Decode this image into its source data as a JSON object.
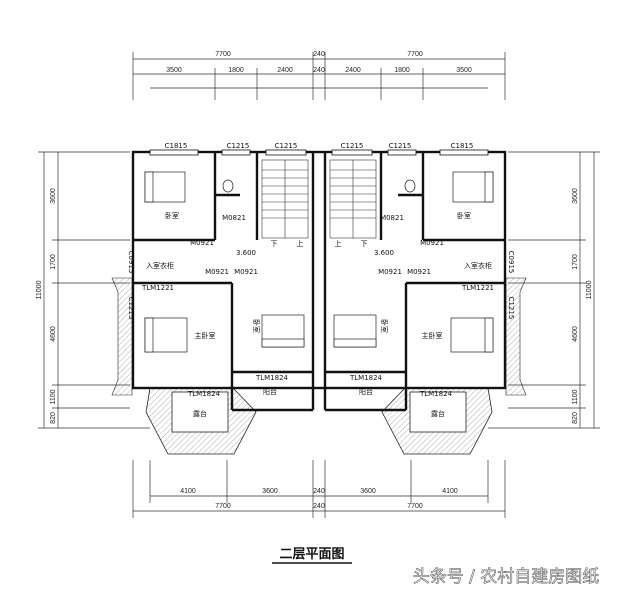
{
  "dimensions": {
    "top_total_left": "7700",
    "top_total_mid": "240",
    "top_total_right": "7700",
    "top_segments": [
      "3500",
      "1800",
      "2400",
      "240",
      "2400",
      "1800",
      "3500"
    ],
    "bottom_segments": [
      "4100",
      "3600",
      "240",
      "3600",
      "4100"
    ],
    "bottom_total_left": "7700",
    "bottom_total_mid": "240",
    "bottom_total_right": "7700",
    "left_total": "11000",
    "left_segments": [
      "3600",
      "1700",
      "4600",
      "1100",
      "820"
    ],
    "right_total": "11000",
    "right_segments": [
      "3600",
      "1700",
      "4600",
      "1100",
      "820"
    ]
  },
  "openings": {
    "c1815": "C1815",
    "c1215": "C1215",
    "m0821": "M0821",
    "m0921": "M0921",
    "tlm1221": "TLM1221",
    "tlm1824": "TLM1824",
    "c0915": "C0915",
    "c1215_side": "C1215"
  },
  "rooms": {
    "bedroom": "卧室",
    "master_bedroom": "主卧室",
    "closet": "入室衣柜",
    "balcony": "阳台",
    "terrace": "露台",
    "level": "3.600",
    "down": "下",
    "up": "上"
  },
  "caption": "二层平面图",
  "watermark": "头条号 / 农村自建房图纸"
}
